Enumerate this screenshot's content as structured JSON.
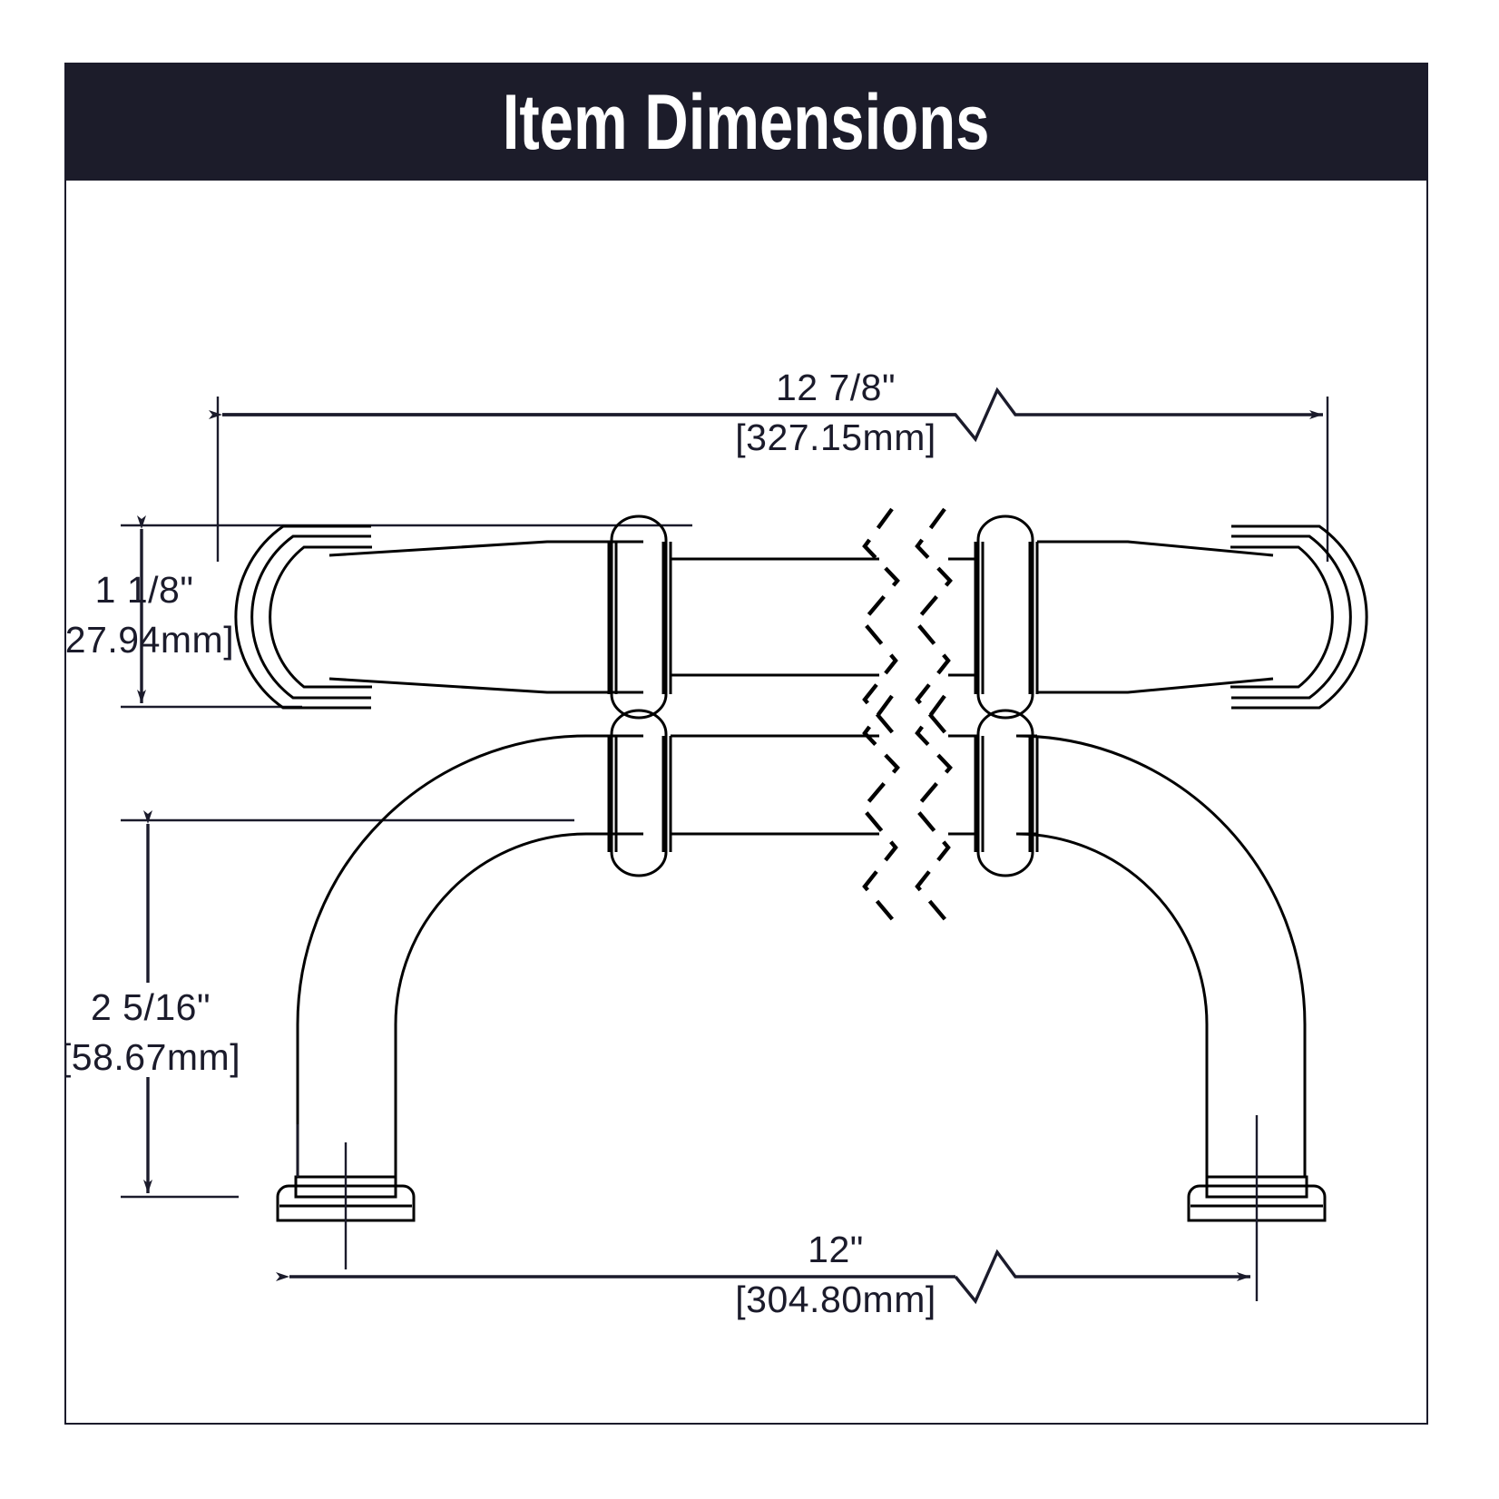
{
  "header": {
    "title": "Item Dimensions",
    "background_color": "#1c1c2a",
    "text_color": "#ffffff"
  },
  "page": {
    "background_color": "#ffffff",
    "border_color": "#1b1b2b",
    "line_color": "#000000"
  },
  "drawing": {
    "description": "Two orthographic views of a cabinet pull handle: a side profile view (top) and a front elevation view (bottom), both with zigzag break symbols indicating a shortened center span.",
    "views": [
      {
        "name": "side-profile-view",
        "position": "top"
      },
      {
        "name": "front-elevation-view",
        "position": "bottom"
      }
    ]
  },
  "dimensions": {
    "overall_length": {
      "name": "overall-length",
      "inches": "12 7/8\"",
      "millimeters": "[327.15mm]",
      "orientation": "horizontal",
      "position": "top"
    },
    "handle_height": {
      "name": "handle-thickness",
      "inches": "1 1/8\"",
      "millimeters": "[27.94mm]",
      "orientation": "vertical",
      "position": "left-upper"
    },
    "projection": {
      "name": "projection-height",
      "inches": "2 5/16\"",
      "millimeters": "[58.67mm]",
      "orientation": "vertical",
      "position": "left-lower"
    },
    "center_to_center": {
      "name": "center-to-center",
      "inches": "12\"",
      "millimeters": "[304.80mm]",
      "orientation": "horizontal",
      "position": "bottom"
    }
  }
}
